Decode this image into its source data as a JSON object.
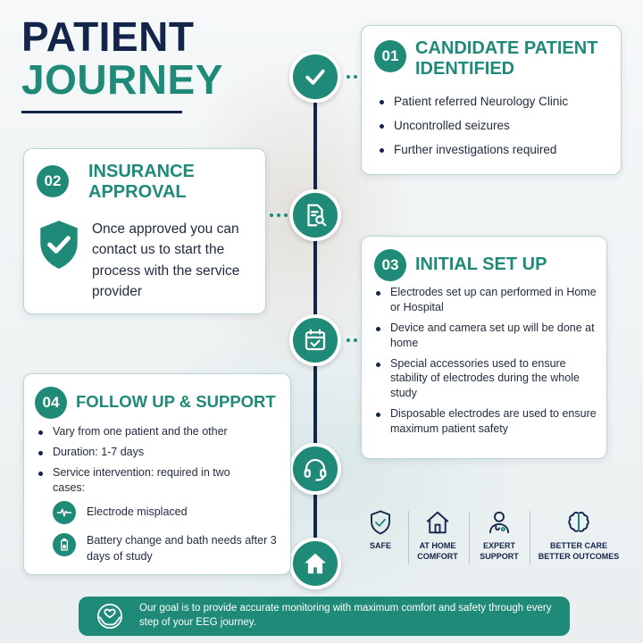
{
  "title": {
    "line1": "PATIENT",
    "line2": "JOURNEY"
  },
  "colors": {
    "navy": "#14254a",
    "teal": "#1f8a78"
  },
  "step1": {
    "number": "01",
    "title": "CANDIDATE PATIENT IDENTIFIED",
    "bullets": [
      "Patient referred Neurology Clinic",
      "Uncontrolled seizures",
      "Further investigations required"
    ]
  },
  "step2": {
    "number": "02",
    "title": "INSURANCE APPROVAL",
    "text": "Once approved you can contact us to start the process with the service provider"
  },
  "step3": {
    "number": "03",
    "title": "INITIAL SET UP",
    "bullets": [
      "Electrodes set up can performed in Home or Hospital",
      "Device and camera set up will be done at home",
      "Special accessories used to ensure stability of electrodes during the whole study",
      "Disposable electrodes are used to ensure maximum patient safety"
    ]
  },
  "step4": {
    "number": "04",
    "title": "FOLLOW UP & SUPPORT",
    "bullets": [
      "Vary from one patient and the other",
      "Duration: 1-7 days",
      "Service intervention: required in two cases:"
    ],
    "cases": [
      {
        "icon": "heartbeat-icon",
        "label": "Electrode misplaced"
      },
      {
        "icon": "battery-icon",
        "label": "Battery change and bath needs after 3 days of study"
      }
    ]
  },
  "timeline_icons": [
    "checkmark-icon",
    "document-search-icon",
    "calendar-check-icon",
    "headset-icon",
    "home-icon"
  ],
  "features": [
    {
      "icon": "shield-check-icon",
      "label": "SAFE"
    },
    {
      "icon": "home-icon",
      "label": "AT HOME\nCOMFORT"
    },
    {
      "icon": "doctor-icon",
      "label": "EXPERT\nSUPPORT"
    },
    {
      "icon": "brain-icon",
      "label": "BETTER CARE\nBETTER OUTCOMES"
    }
  ],
  "footer": {
    "icon": "heart-hands-icon",
    "text": "Our goal is to provide accurate monitoring with maximum comfort and safety through every step of your EEG journey."
  }
}
